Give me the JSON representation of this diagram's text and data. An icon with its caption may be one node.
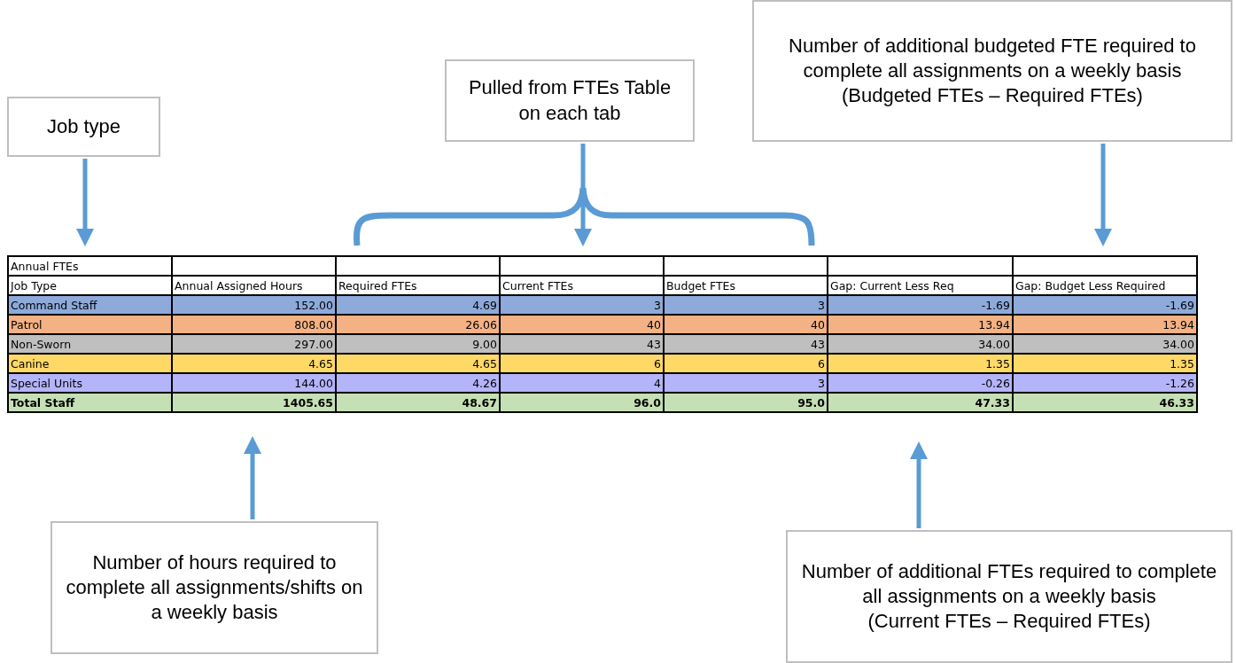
{
  "diagram": {
    "nodes": [
      {
        "text": [
          "Job type"
        ]
      },
      {
        "text": [
          "Pulled from FTEs Table on each tab"
        ]
      },
      {
        "text": [
          "Number of additional budgeted FTE required to complete all assignments on a weekly basis",
          "(Budgeted FTEs – Required FTEs)"
        ]
      },
      {
        "text": [
          "Number of hours required to complete all assignments/shifts on a weekly basis"
        ]
      },
      {
        "text": [
          "Number of additional FTEs required to complete all assignments on a weekly basis",
          "(Current FTEs – Required FTEs)"
        ]
      }
    ],
    "edges": [
      {
        "from": 0,
        "to": null,
        "arrow": "to"
      },
      {
        "from": 1,
        "to": null,
        "arrow": "to"
      },
      {
        "from": 2,
        "to": null,
        "arrow": "to"
      },
      {
        "from": 3,
        "to": null,
        "arrow": "to"
      },
      {
        "from": 4,
        "to": null,
        "arrow": "to"
      }
    ],
    "labels": [
      "Annual FTEs",
      "Job Type",
      "Annual Assigned Hours",
      "Required FTEs",
      "Current FTEs",
      "Budget FTEs",
      "Gap: Current Less Req",
      "Gap: Budget Less Required",
      "Command Staff",
      "152.00",
      "4.69",
      "3",
      "3",
      "-1.69",
      "-1.69",
      "Patrol",
      "808.00",
      "26.06",
      "40",
      "40",
      "13.94",
      "13.94",
      "Non-Sworn",
      "297.00",
      "9.00",
      "43",
      "43",
      "34.00",
      "34.00",
      "Canine",
      "4.65",
      "4.65",
      "6",
      "6",
      "1.35",
      "1.35",
      "Special Units",
      "144.00",
      "4.26",
      "4",
      "3",
      "-0.26",
      "-1.26",
      "Total Staff",
      "1405.65",
      "48.67",
      "96.0",
      "95.0",
      "47.33",
      "46.33"
    ]
  }
}
